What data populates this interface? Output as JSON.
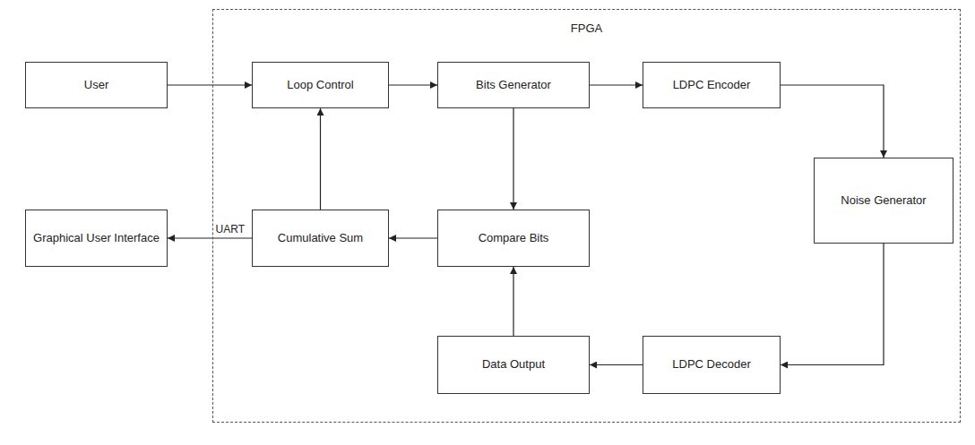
{
  "diagram": {
    "nodes": [
      {
        "text": [
          "FPGA"
        ]
      },
      {
        "text": [
          "User"
        ]
      },
      {
        "text": [
          "Loop Control"
        ],
        "in": 0
      },
      {
        "text": [
          "Bits Generator"
        ],
        "in": 0
      },
      {
        "text": [
          "LDPC Encoder"
        ],
        "in": 0
      },
      {
        "text": [
          "Graphical User Interface"
        ]
      },
      {
        "text": [
          "Cumulative Sum"
        ],
        "in": 0
      },
      {
        "text": [
          "Compare Bits"
        ],
        "in": 0
      },
      {
        "text": [
          "Noise Generator"
        ],
        "in": 0
      },
      {
        "text": [
          "Data Output"
        ],
        "in": 0
      },
      {
        "text": [
          "LDPC Decoder"
        ],
        "in": 0
      }
    ],
    "edges": [
      {
        "from": 1,
        "to": 2,
        "arrow": "to"
      },
      {
        "from": 2,
        "to": 3,
        "arrow": "to"
      },
      {
        "from": 3,
        "to": 4,
        "arrow": "to"
      },
      {
        "from": 4,
        "to": 8,
        "arrow": "to"
      },
      {
        "from": 8,
        "to": 10,
        "arrow": "to"
      },
      {
        "from": 10,
        "to": 9,
        "arrow": "to"
      },
      {
        "from": 9,
        "to": 7,
        "arrow": "to"
      },
      {
        "from": 3,
        "to": 7,
        "arrow": "to"
      },
      {
        "from": 7,
        "to": 6,
        "arrow": "to"
      },
      {
        "from": 6,
        "to": 2,
        "arrow": "to"
      },
      {
        "from": 6,
        "to": 5,
        "label": "UART",
        "arrow": "to"
      }
    ]
  }
}
